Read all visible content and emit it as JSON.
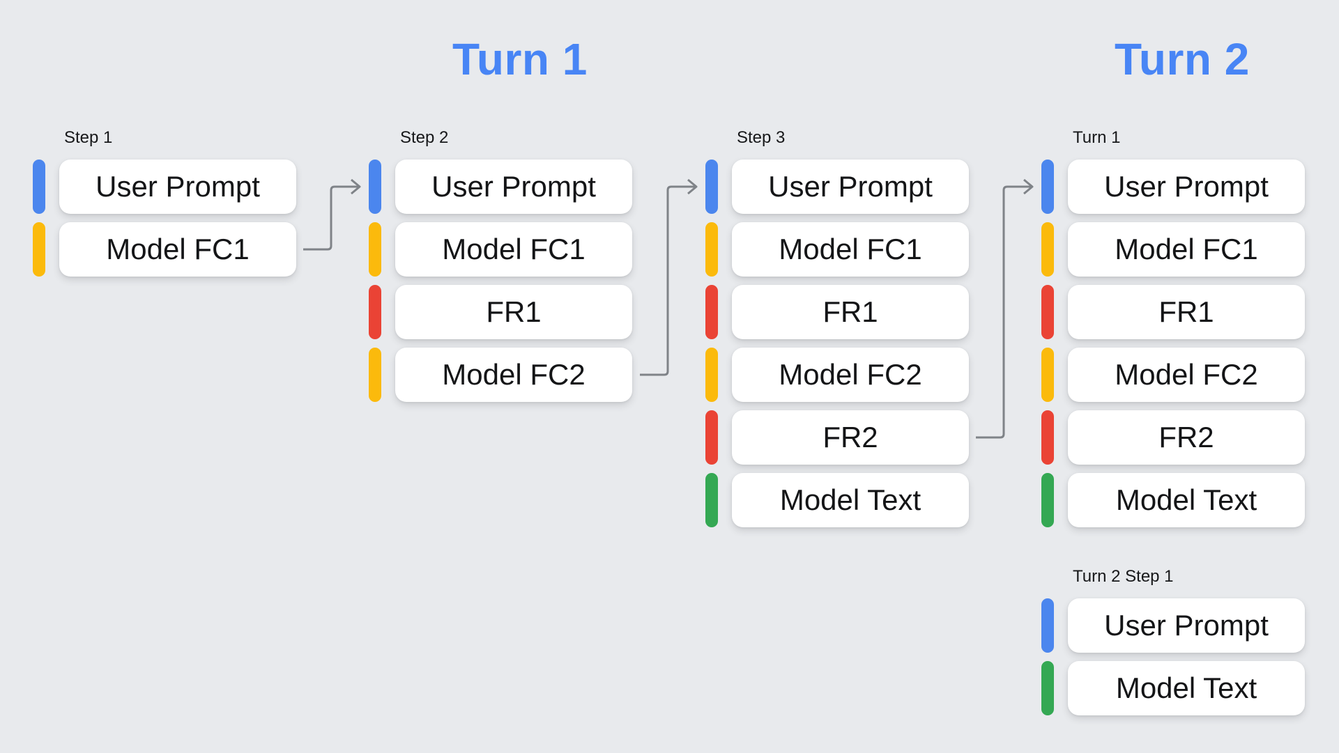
{
  "canvas": {
    "background": "#e8eaed"
  },
  "palette": {
    "blue": "#4b86ee",
    "yellow": "#fbba0c",
    "red": "#ea4335",
    "green": "#34a853",
    "heading_blue": "#4885f5",
    "arrow_gray": "#7f8388",
    "card_bg": "#ffffff",
    "text": "#141517"
  },
  "headings": {
    "turn1": "Turn 1",
    "turn2": "Turn 2"
  },
  "columns": [
    {
      "label": "Step 1",
      "rows": [
        {
          "label": "User Prompt",
          "color": "blue"
        },
        {
          "label": "Model FC1",
          "color": "yellow"
        }
      ]
    },
    {
      "label": "Step 2",
      "rows": [
        {
          "label": "User Prompt",
          "color": "blue"
        },
        {
          "label": "Model FC1",
          "color": "yellow"
        },
        {
          "label": "FR1",
          "color": "red"
        },
        {
          "label": "Model FC2",
          "color": "yellow"
        }
      ]
    },
    {
      "label": "Step 3",
      "rows": [
        {
          "label": "User Prompt",
          "color": "blue"
        },
        {
          "label": "Model FC1",
          "color": "yellow"
        },
        {
          "label": "FR1",
          "color": "red"
        },
        {
          "label": "Model FC2",
          "color": "yellow"
        },
        {
          "label": "FR2",
          "color": "red"
        },
        {
          "label": "Model Text",
          "color": "green"
        }
      ]
    },
    {
      "label": "Turn 1",
      "rows": [
        {
          "label": "User Prompt",
          "color": "blue"
        },
        {
          "label": "Model FC1",
          "color": "yellow"
        },
        {
          "label": "FR1",
          "color": "red"
        },
        {
          "label": "Model FC2",
          "color": "yellow"
        },
        {
          "label": "FR2",
          "color": "red"
        },
        {
          "label": "Model Text",
          "color": "green"
        }
      ]
    },
    {
      "label": "Turn 2 Step 1",
      "rows": [
        {
          "label": "User Prompt",
          "color": "blue"
        },
        {
          "label": "Model Text",
          "color": "green"
        }
      ]
    }
  ],
  "arrows": [
    {
      "from": "Step 1 Model FC1",
      "to": "Step 2 User Prompt"
    },
    {
      "from": "Step 2 Model FC2",
      "to": "Step 3 User Prompt"
    },
    {
      "from": "Step 3 FR2",
      "to": "Turn 1 User Prompt"
    }
  ]
}
